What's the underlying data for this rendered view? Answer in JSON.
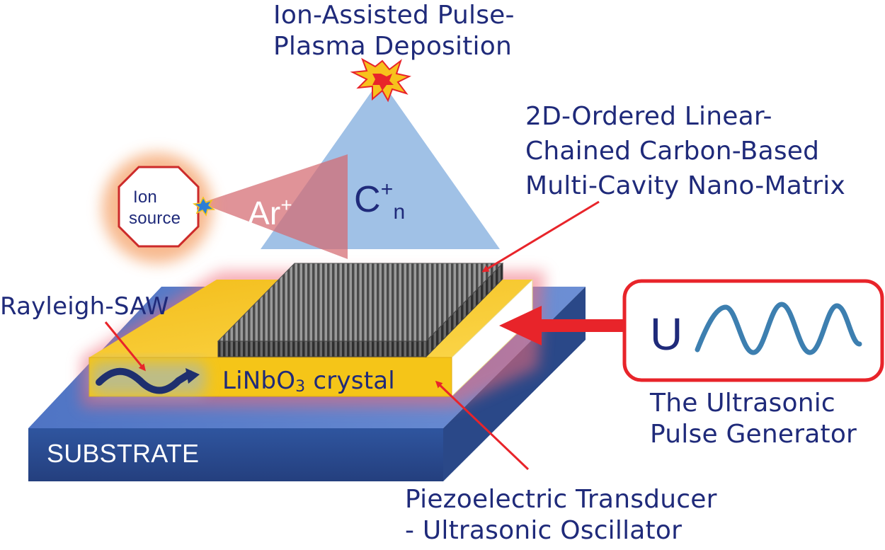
{
  "title_line1": "Ion-Assisted Pulse-",
  "title_line2": "Plasma Deposition",
  "matrix_line1": "2D-Ordered Linear-",
  "matrix_line2": "Chained Carbon-Based",
  "matrix_line3": "Multi-Cavity Nano-Matrix",
  "ion_source_line1": "Ion",
  "ion_source_line2": "source",
  "argon_ion": "Ar",
  "argon_sup": "+",
  "carbon_ion": "C",
  "carbon_sup": "+",
  "carbon_sub": "n",
  "rayleigh_label": "Rayleigh-SAW",
  "crystal_label_pre": "LiNbO",
  "crystal_label_sub": "3",
  "crystal_label_post": " crystal",
  "substrate_label": "SUBSTRATE",
  "generator_symbol": "U",
  "generator_line1": "The Ultrasonic",
  "generator_line2": "Pulse Generator",
  "transducer_line1": "Piezoelectric Transducer",
  "transducer_line2": "- Ultrasonic Oscillator",
  "colors": {
    "text": "#1f2a7a",
    "arrow": "#e8242a",
    "crystal": "#f5c518",
    "substrate": "#3a5fb0",
    "plasma_cone": "#8fb6e2",
    "ion_beam": "#d9777a",
    "wave": "#3d7fb0"
  }
}
